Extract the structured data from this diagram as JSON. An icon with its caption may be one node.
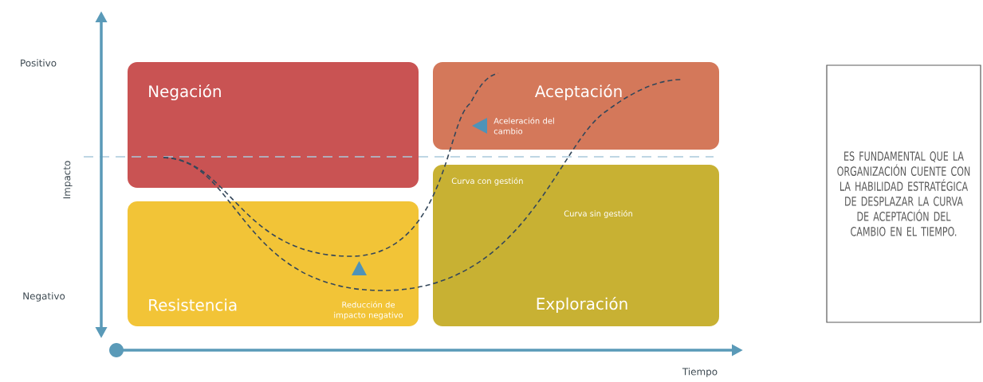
{
  "diagram": {
    "nodes": [
      {
        "text": [
          "Negación"
        ]
      },
      {
        "text": [
          "Aceptación"
        ]
      },
      {
        "text": [
          "Resistencia"
        ]
      },
      {
        "text": [
          "Exploración"
        ]
      },
      {
        "text": [
          "ES FUNDAMENTAL QUE LA ORGANIZACIÓN CUENTE CON LA HABILIDAD ESTRATÉGICA DE DESPLAZAR LA CURVA DE ACEPTACIÓN DEL CAMBIO EN EL TIEMPO."
        ]
      }
    ],
    "edges": [],
    "labels": [
      "Positivo",
      "Impacto",
      "Aceleración del cambio",
      "Curva con gestión",
      "Curva sin gestión",
      "Negativo",
      "Reducción de impacto negativo",
      "Tiempo"
    ]
  }
}
